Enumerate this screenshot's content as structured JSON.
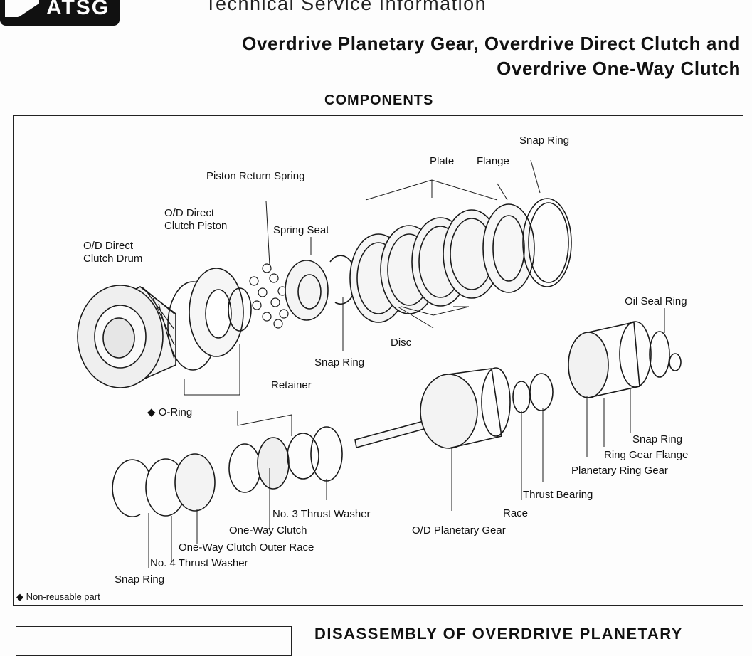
{
  "header": {
    "logo_text": "ATSG",
    "title": "Technical Service Information"
  },
  "main_title": {
    "line1": "Overdrive Planetary Gear, Overdrive Direct Clutch and",
    "line2": "Overdrive One-Way Clutch"
  },
  "section_title": "COMPONENTS",
  "labels": {
    "drum": [
      "O/D Direct",
      "Clutch Drum"
    ],
    "piston": [
      "O/D Direct",
      "Clutch Piston"
    ],
    "return_spring": "Piston Return Spring",
    "spring_seat": "Spring Seat",
    "snap_ring_mid": "Snap Ring",
    "plate": "Plate",
    "flange": "Flange",
    "snap_ring_top": "Snap Ring",
    "disc": "Disc",
    "oil_seal_ring": "Oil Seal Ring",
    "o_ring": "O-Ring",
    "retainer": "Retainer",
    "no3_washer": "No. 3 Thrust Washer",
    "one_way_clutch": "One-Way Clutch",
    "outer_race": "One-Way Clutch Outer Race",
    "no4_washer": "No. 4 Thrust Washer",
    "snap_ring_low": "Snap Ring",
    "planetary_gear": "O/D Planetary Gear",
    "race": "Race",
    "thrust_bearing": "Thrust Bearing",
    "snap_ring_right": "Snap Ring",
    "ring_gear_flange": "Ring Gear Flange",
    "ring_gear": "Planetary Ring Gear"
  },
  "nonreusable_symbol": "◆",
  "footnote": "Non-reusable part",
  "bottom_heading": "DISASSEMBLY OF OVERDRIVE PLANETARY"
}
